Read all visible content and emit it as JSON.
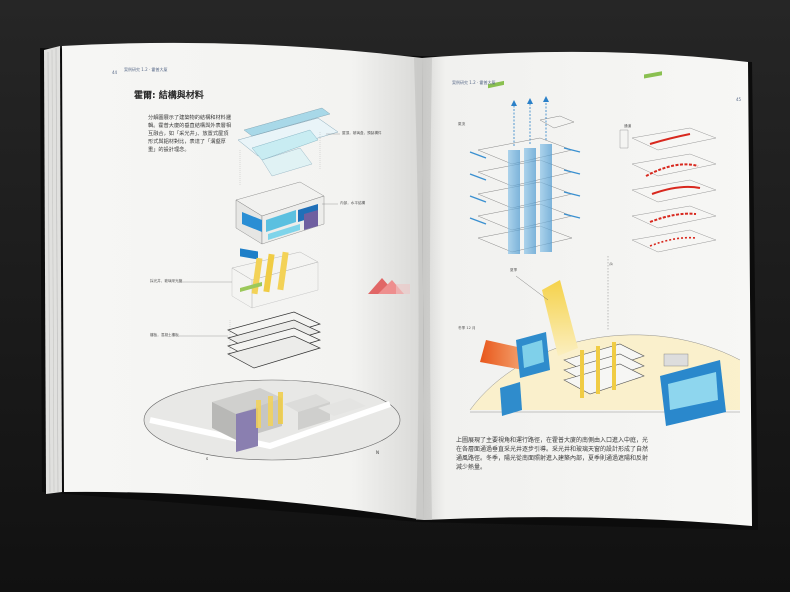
{
  "book": {
    "left_page": {
      "page_number": "44",
      "running_header": "案例研究 1.2 · 霍普大厦",
      "heading": "霍爾: 結構與材料",
      "body": "分解圖展示了建築物的結構和材料邏輯。霍普大廈的垂直結構與外表層相互融合，如「采光井」、放置式屋頂形式與鋁材對比，表達了「溝壑厚重」的設計理念。",
      "captions": [
        "屋頂，玻璃盒，預製構件",
        "內部，水平結構",
        "採光井，玻璃采光管",
        "樓板，混凝土樓板"
      ]
    },
    "right_page": {
      "page_number": "45",
      "running_header": "案例研究 1.2 · 霍普大厦",
      "captions": [
        "氣流",
        "通道",
        "夏季",
        "冬季 12 月"
      ],
      "body": "上圖展現了主要視角和運行路徑，在霍普大廈的南側由入口進入中庭，光在各層面通過垂直采光井逐步引導。采光井和玻璃天窗的設計形成了自然通風路徑。冬季，陽光從南面照射進入建築內部，夏季則通過遮陽和反射減少熱量。"
    }
  },
  "colors": {
    "accent_blue": "#3aa0d8",
    "accent_red": "#d8281e",
    "accent_yellow": "#f0d060",
    "accent_orange": "#e86420",
    "header_blue": "#4a6fa5"
  }
}
